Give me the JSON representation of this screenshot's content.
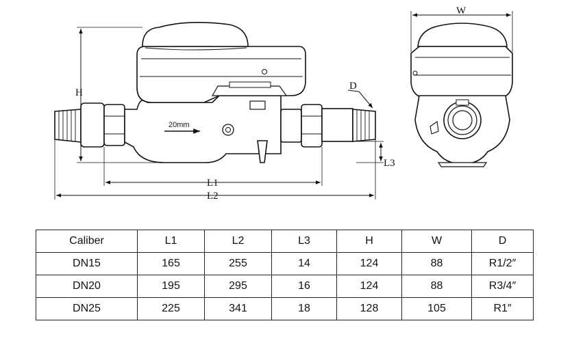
{
  "drawing": {
    "labels": {
      "w": "W",
      "h": "H",
      "d": "D",
      "l1": "L1",
      "l2": "L2",
      "l3": "L3",
      "flow": "20mm"
    }
  },
  "table": {
    "headers": [
      "Caliber",
      "L1",
      "L2",
      "L3",
      "H",
      "W",
      "D"
    ],
    "rows": [
      [
        "DN15",
        "165",
        "255",
        "14",
        "124",
        "88",
        "R1/2″"
      ],
      [
        "DN20",
        "195",
        "295",
        "16",
        "124",
        "88",
        "R3/4″"
      ],
      [
        "DN25",
        "225",
        "341",
        "18",
        "128",
        "105",
        "R1″"
      ]
    ]
  }
}
